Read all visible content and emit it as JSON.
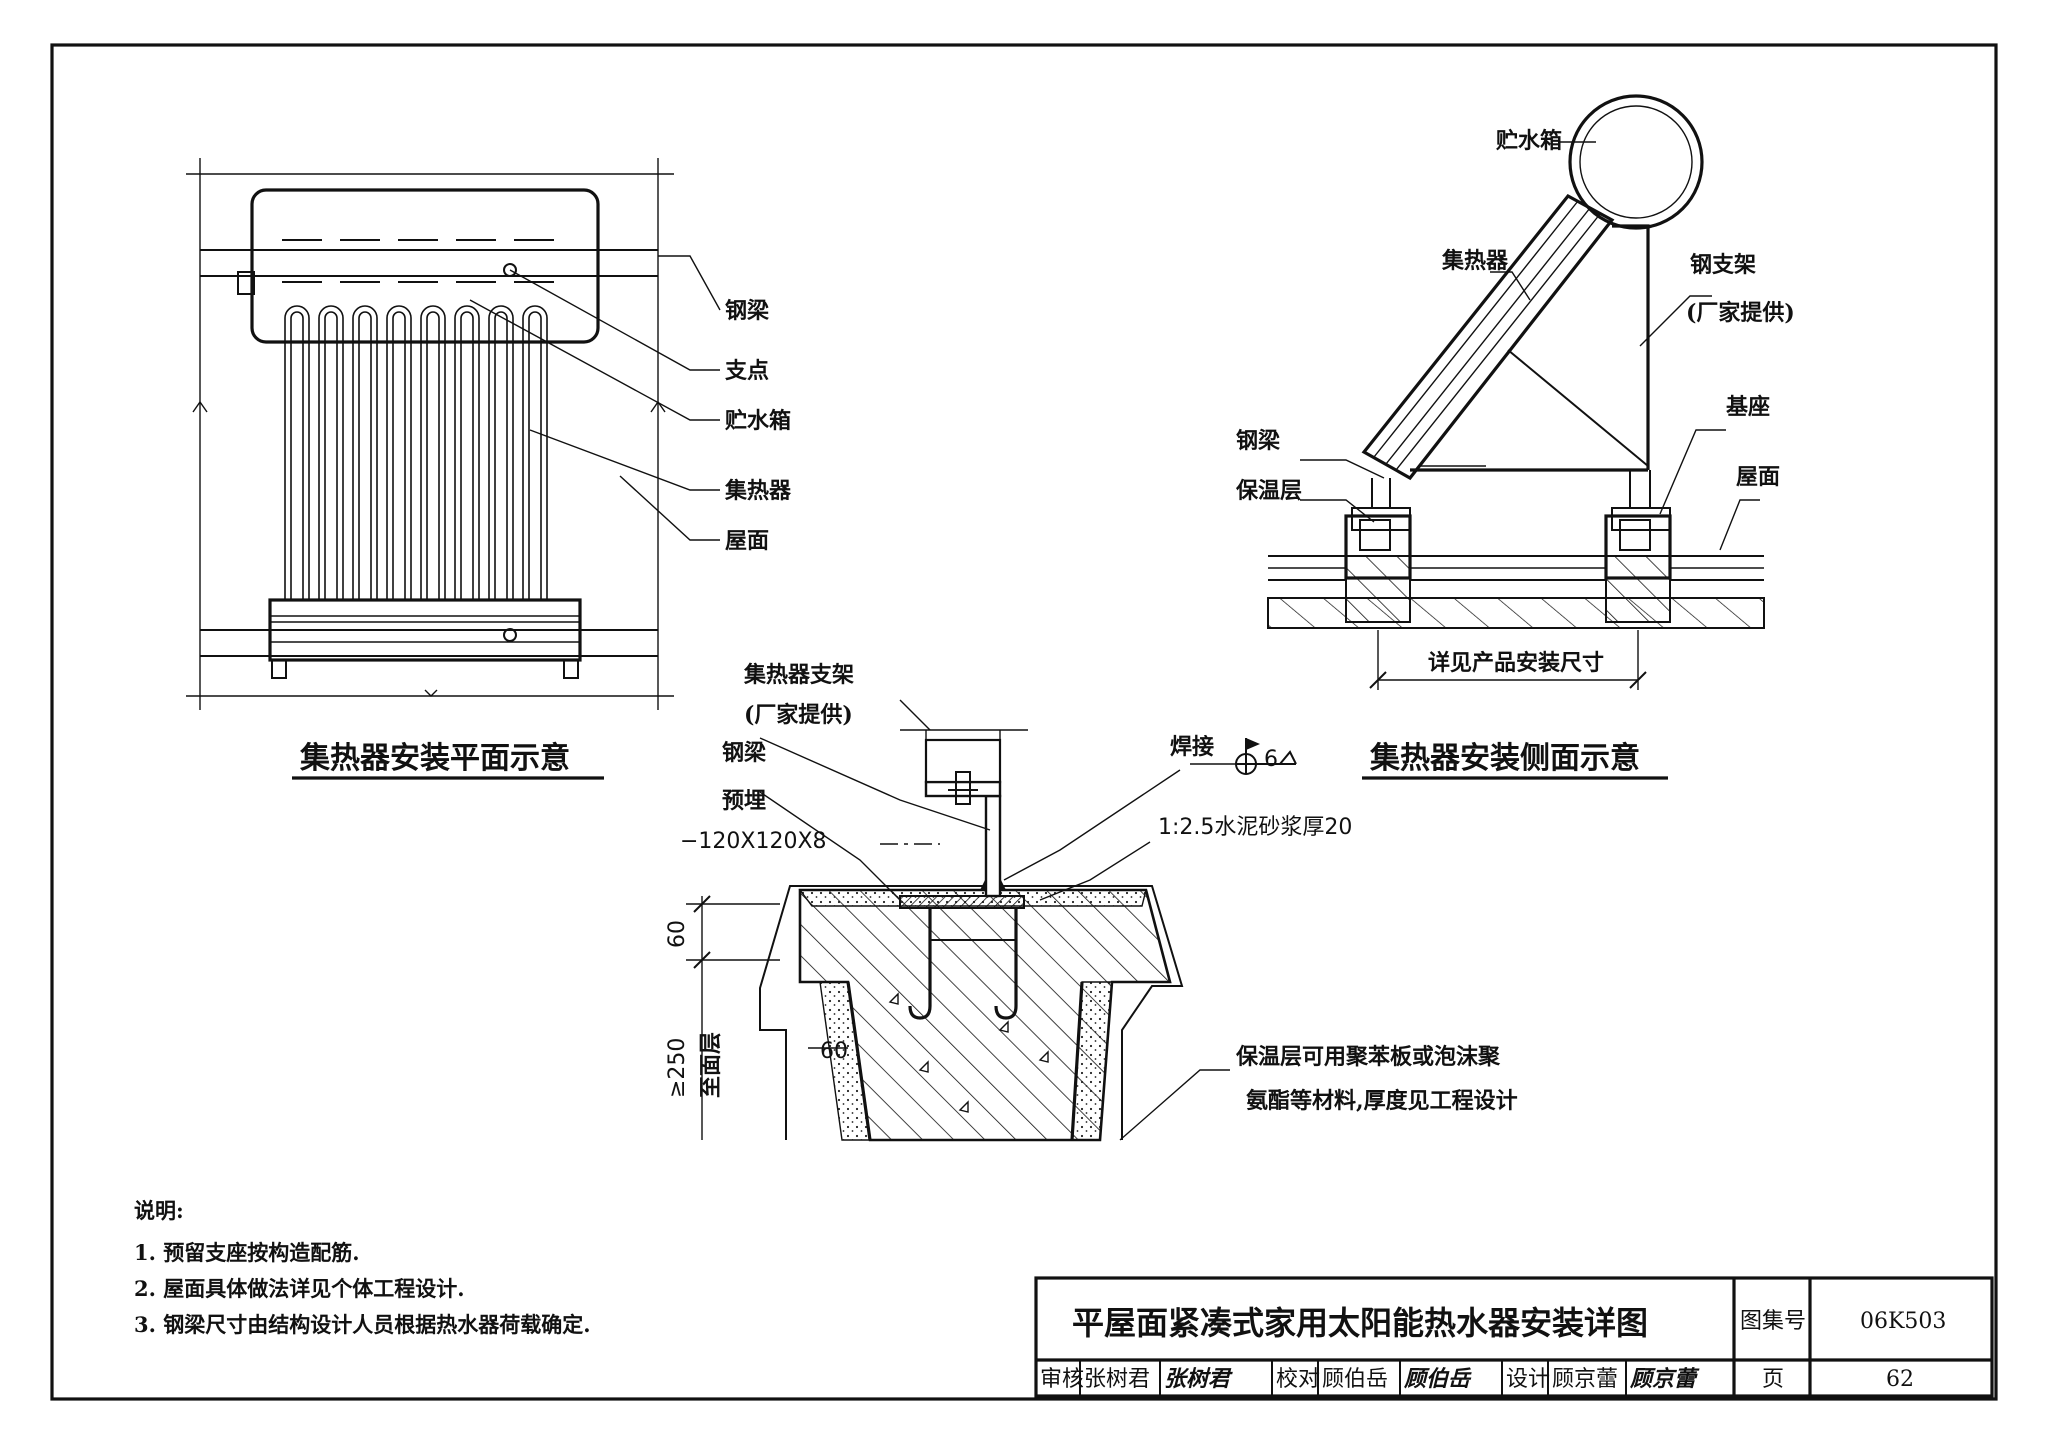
{
  "plan_view": {
    "labels": [
      "钢梁",
      "支点",
      "贮水箱",
      "集热器",
      "屋面"
    ],
    "caption": "集热器安装平面示意"
  },
  "side_view": {
    "labels": {
      "tank": "贮水箱",
      "collector": "集热器",
      "steel_frame": "钢支架",
      "steel_frame_note": "(厂家提供)",
      "beam": "钢梁",
      "insulation": "保温层",
      "base": "基座",
      "roof": "屋面"
    },
    "dimension_note": "详见产品安装尺寸",
    "caption": "集热器安装侧面示意"
  },
  "detail": {
    "bracket": "集热器支架",
    "bracket_note": "(厂家提供)",
    "beam": "钢梁",
    "embedded": "预埋",
    "embedded_plate": "−120X120X8",
    "weld": "焊接",
    "weld_size": "6",
    "mortar": "1:2.5水泥砂浆厚20",
    "dim_60_top": "60",
    "dim_250": "≥250",
    "dim_250_note": "至面层",
    "dim_60_side": "60",
    "insulation_note_1": "保温层可用聚苯板或泡沫聚",
    "insulation_note_2": "氨酯等材料,厚度见工程设计"
  },
  "notes": {
    "heading": "说明:",
    "items": [
      "1. 预留支座按构造配筋.",
      "2. 屋面具体做法详见个体工程设计.",
      "3. 钢梁尺寸由结构设计人员根据热水器荷载确定."
    ]
  },
  "title_block": {
    "title": "平屋面紧凑式家用太阳能热水器安装详图",
    "atlas_label": "图集号",
    "atlas_no": "06K503",
    "review_label": "审核",
    "reviewer": "张树君",
    "reviewer_sig": "张树君",
    "check_label": "校对",
    "checker": "顾伯岳",
    "checker_sig": "顾伯岳",
    "design_label": "设计",
    "designer": "顾京蕾",
    "designer_sig": "顾京蕾",
    "page_label": "页",
    "page_no": "62"
  }
}
